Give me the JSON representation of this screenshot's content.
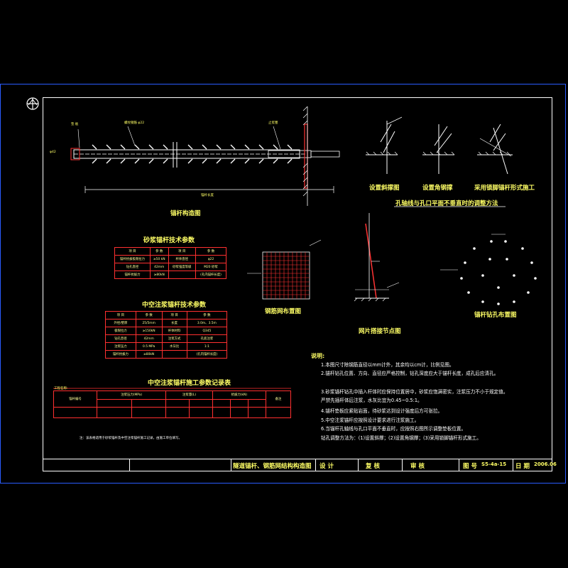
{
  "drawing": {
    "title": "隧道锚杆、钢筋网结构构造图",
    "design_label": "设 计",
    "review_label": "复 核",
    "approve_label": "审 核",
    "drawing_no_label": "图 号",
    "drawing_no": "S5-4a-15",
    "date_label": "日 期",
    "date": "2006.06"
  },
  "views": {
    "bolt_structure": "锚杆构造图",
    "mesh_layout": "钢筋网布置图",
    "mesh_node": "网片搭接节点图",
    "bolt_hole_layout": "锚杆钻孔布置图",
    "method_1": "设置斜撑图",
    "method_2": "设置角钢撑",
    "method_3": "采用锁脚锚杆形式施工",
    "section_note": "孔轴线与孔口平面不垂直时的调整方法"
  },
  "mortar_table": {
    "title": "砂浆锚杆技术参数",
    "headers": [
      "项 目",
      "参 数",
      "项 目",
      "参 数"
    ],
    "rows": [
      [
        "锚杆抗拔极限拉力",
        "≥50 kN",
        "杆体直径",
        "φ22"
      ],
      [
        "钻孔直径",
        "42mm",
        "砂浆强度等级",
        "M20 砂浆"
      ],
      [
        "锚杆抗拔力",
        "≥80kN",
        "",
        "(孔内锚杆长度)"
      ]
    ]
  },
  "hollow_table": {
    "title": "中空注浆锚杆技术参数",
    "headers": [
      "项 目",
      "参 数",
      "项 目",
      "参 数"
    ],
    "rows": [
      [
        "外径/壁厚",
        "25/5mm",
        "长度",
        "3.0m、3.5m"
      ],
      [
        "极限拉力",
        "≥150kN",
        "杆体材料",
        "Q345"
      ],
      [
        "钻孔直径",
        "42mm",
        "注浆方式",
        "孔底注浆"
      ],
      [
        "注浆压力",
        "0.5 MPa",
        "水灰比",
        "1:1"
      ],
      [
        "锚杆抗拔力",
        "≥80kN",
        "",
        "(孔内锚杆长度)"
      ]
    ]
  },
  "record_table": {
    "title": "中空注浆锚杆施工参数记录表",
    "project_label": "工程名称:",
    "headers": [
      "锚杆编号",
      "注浆压力(MPa)",
      "注浆量(L)",
      "抗拔力(kN)",
      "备注"
    ],
    "footnote": "注：该表格适用于砂浆锚杆及中空注浆锚杆施工记录，由施工单位填写。"
  },
  "notes": {
    "title": "说明:",
    "items": [
      "1.本图尺寸除钢筋直径以mm计外，其余均以cm计，比例见图。",
      "2.锚杆钻孔位置、方向、直径应严格控制，钻孔深度应大于锚杆长度，成孔后应清孔。",
      "3.砂浆锚杆钻孔中插入杆体时应保持位置居中，砂浆应饱满密实，注浆压力不小于规定值。",
      "   严禁先插杆体后注浆，水灰比宜为0.45~0.5:1。",
      "4.锚杆垫板应紧贴岩面，待砂浆达到设计强度后方可张拉。",
      "5.中空注浆锚杆应按照设计要求进行注浆施工。",
      "6.当锚杆孔轴线与孔口平面不垂直时，应按照右图所示调整垫板位置。",
      "   钻孔调整方法为：(1)设置斜撑；(2)设置角钢撑；(3)采用锁脚锚杆形式施工。"
    ]
  },
  "colors": {
    "frame": "#ffffff",
    "outer_frame": "#2a5cff",
    "table_line": "#ff3030",
    "text": "#ffff66",
    "rock": "#ff3333",
    "bolt": "#ffffff"
  }
}
